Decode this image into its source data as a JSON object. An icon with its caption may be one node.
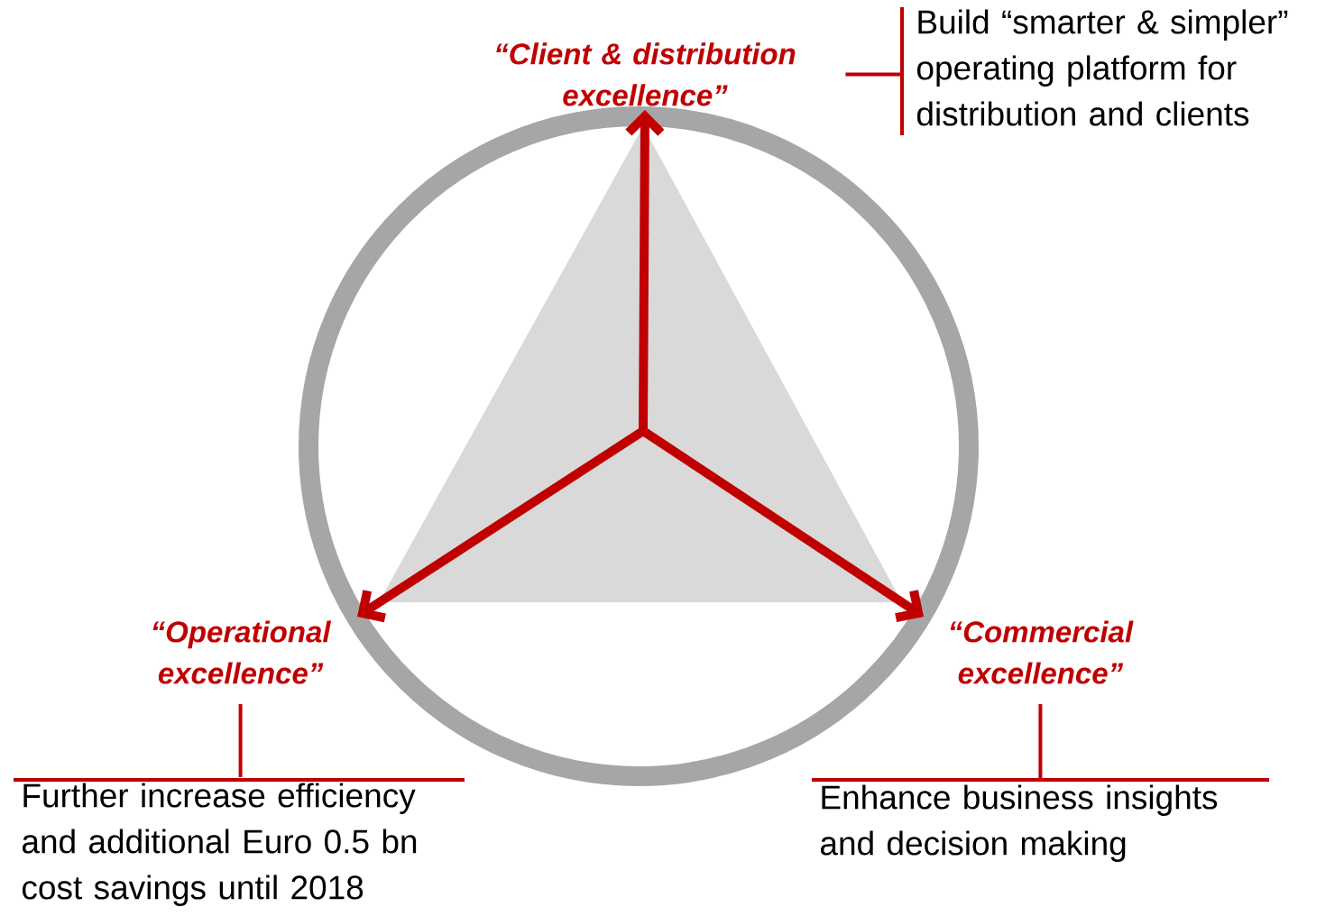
{
  "diagram": {
    "nodes": [
      {
        "text": [
          "“Client & distribution excellence”"
        ]
      },
      {
        "text": [
          "Build “smarter & simpler” operating platform for distribution and clients"
        ]
      },
      {
        "text": [
          "“Operational excellence”"
        ]
      },
      {
        "text": [
          "Further increase efficiency and additional Euro 0.5 bn cost savings until 2018"
        ]
      },
      {
        "text": [
          "“Commercial excellence”"
        ]
      },
      {
        "text": [
          "Enhance business insights and decision making"
        ]
      }
    ],
    "edges": [
      {
        "from": null,
        "to": 0,
        "arrow": "to",
        "style": "thick"
      },
      {
        "from": null,
        "to": 2,
        "arrow": "to",
        "style": "thick"
      },
      {
        "from": null,
        "to": 4,
        "arrow": "to",
        "style": "thick"
      },
      {
        "from": 0,
        "to": 1,
        "arrow": "none"
      },
      {
        "from": 2,
        "to": 3,
        "arrow": "none"
      },
      {
        "from": 4,
        "to": 5,
        "arrow": "none"
      }
    ]
  }
}
